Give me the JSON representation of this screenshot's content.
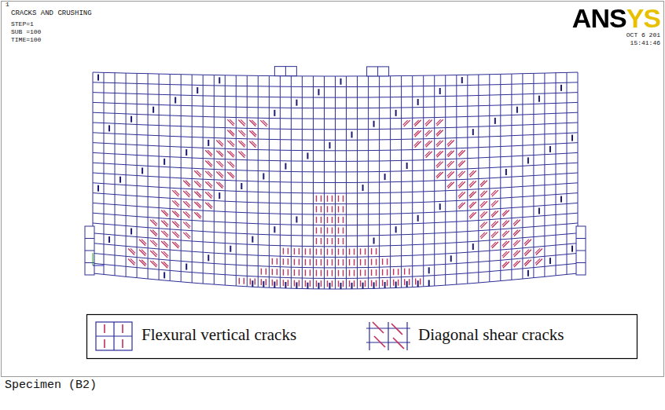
{
  "diagram": {
    "title": "CRACKS AND CRUSHING",
    "caption": "Specimen (B2)",
    "labels": [
      "1",
      "STEP=1",
      "SUB =100",
      "TIME=100",
      "ANSYS",
      "OCT 6 201",
      "15:41:46"
    ],
    "legend": [
      {
        "text": "Flexural vertical cracks"
      },
      {
        "text": "Diagonal shear cracks"
      }
    ]
  }
}
